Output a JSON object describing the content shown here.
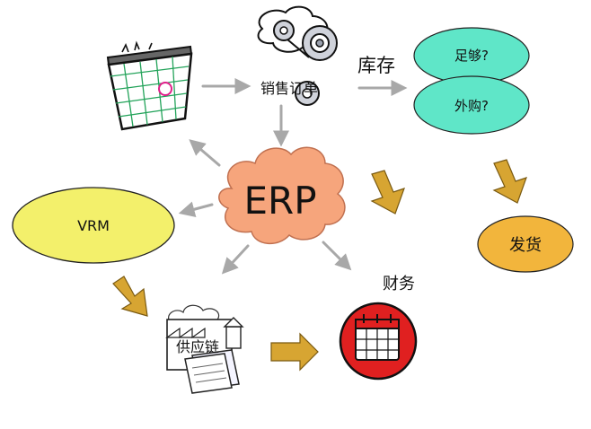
{
  "diagram": {
    "erp_label": "ERP",
    "sales_order_label": "销售订单",
    "inventory_label": "库存",
    "enough_label": "足够?",
    "purchase_label": "外购?",
    "vrm_label": "VRM",
    "shipping_label": "发货",
    "finance_label": "财务",
    "supply_chain_label": "供应链"
  },
  "colors": {
    "cloud_fill": "#f6a57c",
    "vrm_fill": "#f3f06b",
    "inventory_bubble_fill": "#5fe6c8",
    "shipping_fill": "#f2b53c",
    "big_arrow_fill": "#d7a532",
    "thin_arrow": "#a8a8a8",
    "finance_red": "#e02020"
  }
}
